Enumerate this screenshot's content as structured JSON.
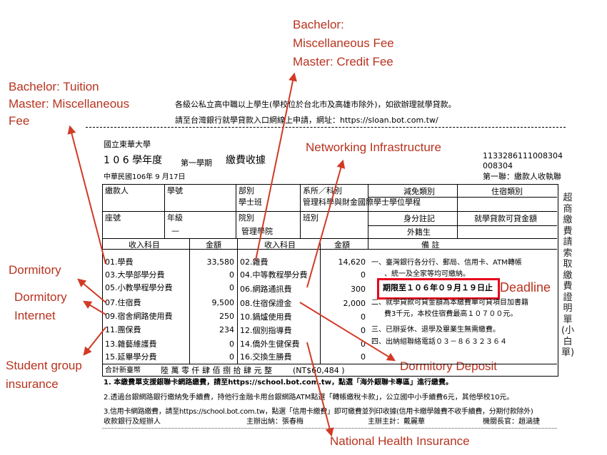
{
  "annotations": {
    "bachelor_tuition": "Bachelor: Tuition\nMaster: Miscellaneous\nFee",
    "bachelor_misc": "Bachelor:\nMiscellaneous Fee\nMaster: Credit Fee",
    "networking": "Networking Infrastructure",
    "deadline": "Deadline",
    "dormitory": "Dormitory",
    "dormitory_internet": "Dormitory\nInternet",
    "student_group": "Student group\ninsurance",
    "dormitory_deposit": "Dormitory Deposit",
    "nhi": "National Health Insurance"
  },
  "header": {
    "notice_line1": "各級公私立高中職以上學生(學校位於台北市及高雄市除外)，如欲辦理就學貸款。",
    "notice_line2": "請至台灣銀行就學貸款入口網線上申請，網址：https://sloan.bot.com.tw/"
  },
  "receipt": {
    "university": "國立東華大學",
    "year_label": "1 0 6  學年度",
    "semester": "第一學期",
    "receipt_title": "繳費收據",
    "date": "中華民國106年  9  月17日",
    "code_line1": "1133286111008304",
    "code_line2": "008304",
    "copy_label": "第一聯：繳款人收執聯",
    "labels": {
      "payer": "繳款人",
      "student_no": "學號",
      "dept_type": "部別",
      "department": "系所／科別",
      "reduction_type": "減免類別",
      "dorm_type": "住宿類別",
      "seat_no": "座號",
      "grade": "年級",
      "college": "院別",
      "class": "班別",
      "identity_note": "身分註記",
      "loan_amount": "就學貸款可貸金額"
    },
    "values": {
      "dept_type": "學士班",
      "department": "管理科學與財金國際學士學位學程",
      "grade": "—",
      "college": "管理學院",
      "identity": "外籍生"
    },
    "col_headers": {
      "item": "收入科目",
      "amount": "金額",
      "item2": "收入科目",
      "amount2": "金額",
      "remarks": "備        註"
    },
    "fees_left": [
      {
        "name": "01.學費",
        "amount": "33,580"
      },
      {
        "name": "03.大學部學分費",
        "amount": "0"
      },
      {
        "name": "05.小教學程學分費",
        "amount": "0"
      },
      {
        "name": "07.住宿費",
        "amount": "9,500"
      },
      {
        "name": "09.宿舍網路使用費",
        "amount": "250"
      },
      {
        "name": "11.團保費",
        "amount": "234"
      },
      {
        "name": "13.雜藝維護費",
        "amount": "0"
      },
      {
        "name": "15.延畢學分費",
        "amount": "0"
      }
    ],
    "fees_right": [
      {
        "name": "02.雜費",
        "amount": "14,620"
      },
      {
        "name": "04.中等教程學分費",
        "amount": "0"
      },
      {
        "name": "06.網路通訊費",
        "amount": "300"
      },
      {
        "name": "08.住宿保證金",
        "amount": "2,000"
      },
      {
        "name": "10.鍋爐使用費",
        "amount": "0"
      },
      {
        "name": "12.個別指導費",
        "amount": "0"
      },
      {
        "name": "14.僑外生健保費",
        "amount": "0"
      },
      {
        "name": "16.交換生勝費",
        "amount": "0"
      }
    ],
    "remarks": {
      "r1a": "一、臺灣銀行各分行、郵局、信用卡、ATM轉帳",
      "r1b": "、統一及全家等均可繳納。",
      "deadline": "期限至１０６年０９月１９日止",
      "r2a": "二、就學貸款可貸金額為本繳費單可貸項目加書籍",
      "r2b": "費3千元，本校住宿費最高１０７００元。",
      "r3": "三、已辦妥休、退學及畢業生無需繳費。",
      "r4": "四、出納組聯絡電話０３－８６３２３６４"
    },
    "total_label": "合計新臺幣",
    "total_words": "陸  萬  零  仟  肆  佰  捌  拾  肆 元 整",
    "total_number": "(NT$60,484 )",
    "footer": {
      "f1": "1. 本繳費單支援銀聯卡網路繳費，請至https://school.bot.com.tw，點選「海外銀聯卡專區」進行繳費。",
      "f2": "2.透過台銀網路銀行繳納免手續費，持他行金融卡用台銀網路ATM點選「轉帳繳稅卡款」，公立國中小手續費6元，其他學校10元。",
      "f3": "3.信用卡網路繳費，請至https://school.bot.com.tw，點選「信用卡繳費」即可繳費並列印收據(信用卡繳學雜費不收手續費，分期付款除外)",
      "bank_label": "收款銀行及經辦人",
      "cashier_head": "主辦出納：張春梅",
      "accounting_head": "主辦主計：戴麗華",
      "agency_head": "機關長官：趙涵捷"
    },
    "side_vertical": "超商繳費請索取繳費證明單(小白單)"
  },
  "colors": {
    "annotation": "#b8331f",
    "deadline_box": "#e8001c"
  }
}
